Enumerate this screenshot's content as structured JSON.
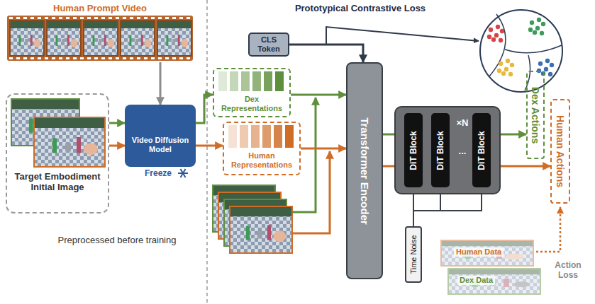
{
  "diagram": {
    "nodes": [
      {
        "text": [
          "Human Prompt Video"
        ]
      },
      {
        "text": [
          "Target Embodiment Initial Image"
        ]
      },
      {
        "text": [
          "Video Diffusion Model",
          "Freeze"
        ]
      },
      {
        "text": [
          "CLS Token"
        ]
      },
      {
        "text": [
          "Dex Representations"
        ]
      },
      {
        "text": [
          "Human Representations"
        ]
      },
      {
        "text": [
          "Transformer Encoder"
        ]
      },
      {
        "text": [
          "×N",
          "..."
        ]
      },
      {
        "text": [
          "DiT Block"
        ],
        "in": 7
      },
      {
        "text": [
          "DiT Block"
        ],
        "in": 7
      },
      {
        "text": [
          "DiT Block"
        ],
        "in": 7
      },
      {
        "text": [
          "Time Noise"
        ]
      },
      {
        "text": [
          "Dex Actions"
        ]
      },
      {
        "text": [
          "Human Actions"
        ]
      }
    ],
    "edges": [
      {
        "from": 0,
        "to": 2,
        "arrow": "to"
      },
      {
        "from": 1,
        "to": 2,
        "arrow": "to"
      },
      {
        "from": 1,
        "to": 2,
        "arrow": "to"
      },
      {
        "from": 2,
        "to": 4,
        "arrow": "to"
      },
      {
        "from": 2,
        "to": 5,
        "arrow": "to"
      },
      {
        "from": 3,
        "to": 6,
        "arrow": "to"
      },
      {
        "from": 4,
        "to": 6,
        "arrow": "to"
      },
      {
        "from": 5,
        "to": 6,
        "arrow": "to"
      },
      {
        "from": 6,
        "to": 8,
        "arrow": "none"
      },
      {
        "from": 6,
        "to": 8,
        "arrow": "none"
      },
      {
        "from": 8,
        "to": 9,
        "arrow": "none"
      },
      {
        "from": 8,
        "to": 9,
        "arrow": "none"
      },
      {
        "from": 9,
        "to": 10,
        "arrow": "none"
      },
      {
        "from": 9,
        "to": 10,
        "arrow": "none"
      },
      {
        "from": 10,
        "to": 12,
        "arrow": "to"
      },
      {
        "from": 10,
        "to": 13,
        "arrow": "to"
      },
      {
        "from": 11,
        "to": 8,
        "arrow": "to"
      },
      {
        "from": 11,
        "to": 9,
        "arrow": "to"
      },
      {
        "from": 11,
        "to": 10,
        "arrow": "to"
      }
    ],
    "labels": [
      "Prototypical Contrastive Loss",
      "Preprocessed before training",
      "Human Data",
      "Dex Data",
      "Action Loss"
    ]
  }
}
